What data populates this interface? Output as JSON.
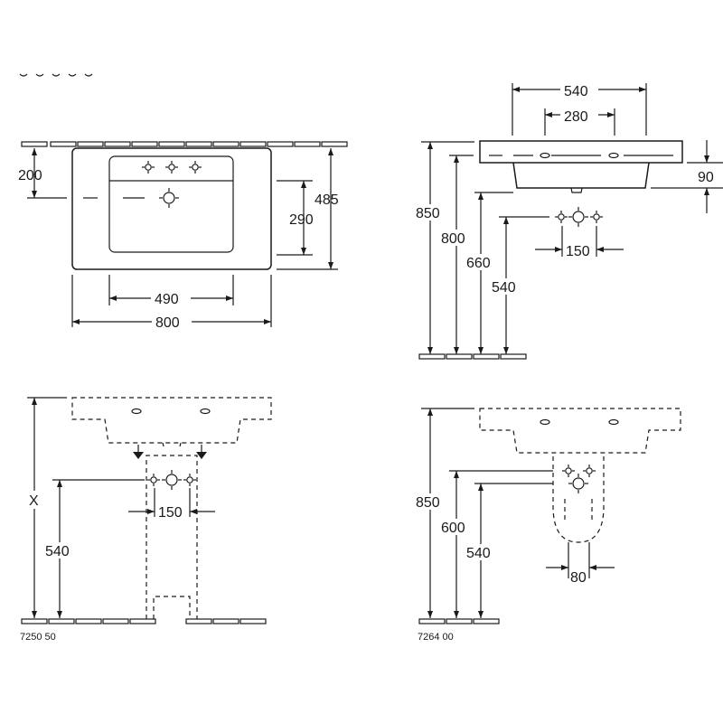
{
  "views": {
    "top": {
      "dim_width_inner": "490",
      "dim_width_total": "800",
      "dim_left_height": "200",
      "dim_basin_depth": "290",
      "dim_total_depth": "485"
    },
    "side": {
      "dim_top_540": "540",
      "dim_top_280": "280",
      "dim_rim": "90",
      "dim_850": "850",
      "dim_800": "800",
      "dim_660": "660",
      "dim_540": "540",
      "dim_150": "150"
    },
    "pedestal": {
      "dim_x": "X",
      "dim_540": "540",
      "dim_150": "150",
      "product_code": "7250 50"
    },
    "semi_pedestal": {
      "dim_850": "850",
      "dim_600": "600",
      "dim_540": "540",
      "dim_80": "80",
      "product_code": "7264 00"
    }
  },
  "colors": {
    "ink": "#1a1a1a",
    "paper": "#ffffff"
  }
}
